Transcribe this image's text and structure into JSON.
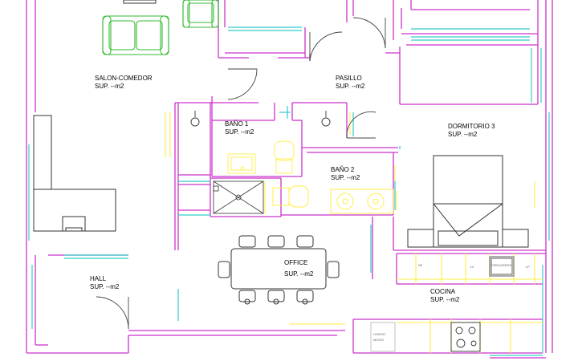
{
  "colors": {
    "wall": "#cc33cc",
    "window": "#33cccc",
    "fixture": "#ffee44",
    "furniture_green": "#33bb33",
    "furniture": "#333333",
    "door": "#444444"
  },
  "rooms": {
    "salon": {
      "name": "SALON-COMEDOR",
      "area": "SUP. --m2"
    },
    "pasillo": {
      "name": "PASILLO",
      "area": "SUP. --m2"
    },
    "bano1": {
      "name": "BAÑO 1",
      "area": "SUP. --m2"
    },
    "bano2": {
      "name": "BAÑO 2",
      "area": "SUP. --m2"
    },
    "dormitorio3": {
      "name": "DORMITORIO 3",
      "area": "SUP. --m2"
    },
    "office": {
      "name": "OFFICE",
      "area": "SUP. --m2"
    },
    "hall": {
      "name": "HALL",
      "area": "SUP. --m2"
    },
    "cocina": {
      "name": "COCINA",
      "area": "SUP. --m2"
    }
  },
  "appliances": {
    "horno": "HORNO",
    "micro": "MICRO",
    "nf": "NF",
    "lv": "LV",
    "lp": "LP",
    "fregadero": "FREGADERO"
  }
}
